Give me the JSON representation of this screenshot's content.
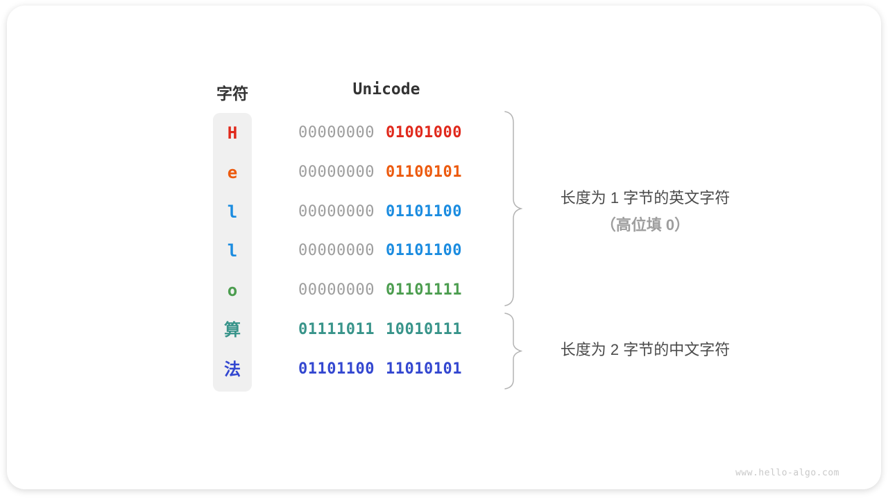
{
  "figure": {
    "header": {
      "char_column": "字符",
      "unicode_column": "Unicode"
    },
    "rows": [
      {
        "char": "H",
        "byte1": "00000000",
        "byte2": "01001000",
        "color": "#e0291c"
      },
      {
        "char": "e",
        "byte1": "00000000",
        "byte2": "01100101",
        "color": "#ec5a0e"
      },
      {
        "char": "l",
        "byte1": "00000000",
        "byte2": "01101100",
        "color": "#1b8ce0"
      },
      {
        "char": "l",
        "byte1": "00000000",
        "byte2": "01101100",
        "color": "#1b8ce0"
      },
      {
        "char": "o",
        "byte1": "00000000",
        "byte2": "01101111",
        "color": "#4c9d4f"
      },
      {
        "char": "算",
        "byte1": "01111011",
        "byte2": "10010111",
        "color": "#38948a"
      },
      {
        "char": "法",
        "byte1": "01101100",
        "byte2": "11010101",
        "color": "#3347d0"
      }
    ],
    "annotations": {
      "group1_line1": "长度为 1 字节的英文字符",
      "group1_line2": "（高位填 0）",
      "group2_line1": "长度为 2 字节的中文字符"
    },
    "watermark": "www.hello-algo.com",
    "colors": {
      "zero_padding_gray": "#9d9d9d",
      "header_text": "#333333",
      "annotation_text": "#4b4b4b",
      "annotation_muted": "#9e9e9e",
      "brace_stroke": "#b3b3b3",
      "column_background": "#f0f0f0",
      "watermark": "#c9c9c9"
    }
  }
}
